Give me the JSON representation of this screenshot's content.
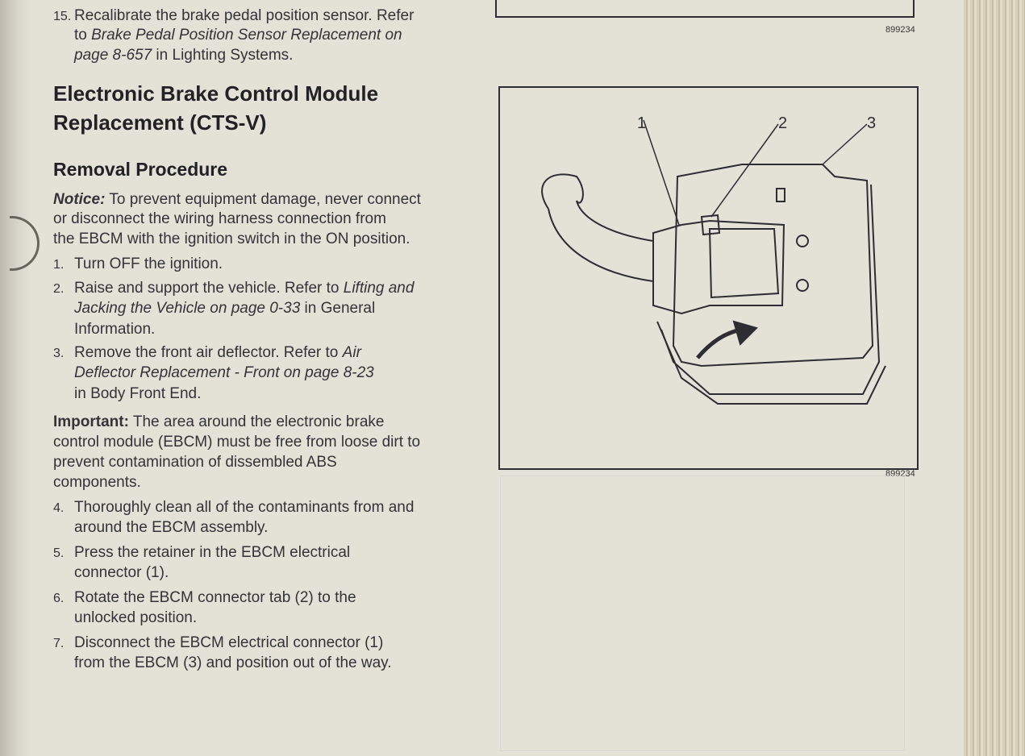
{
  "step15": {
    "num": "15.",
    "pre": "Recalibrate the brake pedal position sensor. Refer",
    "l2_pre": "to ",
    "l2_italic": "Brake Pedal Position Sensor Replacement on",
    "l3_italic": "page 8-657",
    "l3_post": " in Lighting Systems."
  },
  "heading": {
    "line1": "Electronic Brake Control Module",
    "line2": "Replacement (CTS-V)"
  },
  "subheading": "Removal Procedure",
  "notice": {
    "label": "Notice:",
    "l1": " To prevent equipment damage, never connect",
    "l2": "or disconnect the wiring harness connection from",
    "l3": "the EBCM with the ignition switch in the ON position."
  },
  "steps": [
    {
      "num": "1.",
      "lines": [
        "Turn OFF the ignition."
      ]
    },
    {
      "num": "2.",
      "l1_pre": "Raise and support the vehicle. Refer to ",
      "l1_italic": "Lifting and",
      "l2_italic": "Jacking the Vehicle on page 0-33",
      "l2_post": " in General",
      "l3": "Information."
    },
    {
      "num": "3.",
      "l1_pre": "Remove the front air deflector. Refer to ",
      "l1_italic": "Air",
      "l2_italic": "Deflector Replacement - Front on page 8-23",
      "l3": "in Body Front End."
    }
  ],
  "important": {
    "label": "Important:",
    "l1": " The area around the electronic brake",
    "l2": "control module (EBCM) must be free from loose dirt to",
    "l3": "prevent contamination of dissembled ABS",
    "l4": "components."
  },
  "steps2": [
    {
      "num": "4.",
      "l1": "Thoroughly clean all of the contaminants from and",
      "l2": "around the EBCM assembly."
    },
    {
      "num": "5.",
      "l1": "Press the retainer in the EBCM electrical",
      "l2": "connector (1)."
    },
    {
      "num": "6.",
      "l1": "Rotate the EBCM connector tab (2) to the",
      "l2": "unlocked position."
    },
    {
      "num": "7.",
      "l1": "Disconnect the EBCM electrical connector (1)",
      "l2": "from the EBCM (3) and position out of the way."
    }
  ],
  "figures": [
    {
      "id": "899234"
    },
    {
      "id": "899234",
      "callouts": [
        "1",
        "2",
        "3"
      ]
    }
  ]
}
